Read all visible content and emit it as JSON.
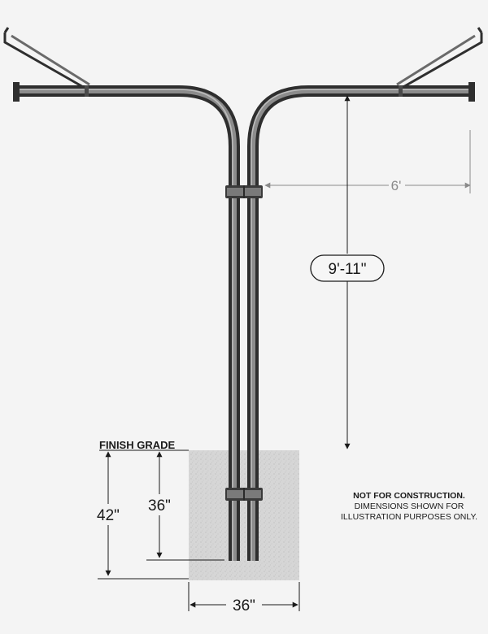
{
  "labels": {
    "finish_grade": "FINISH GRADE",
    "arm_length": "6'",
    "pole_height": "9'-11\"",
    "depth_total": "42\"",
    "depth_pole": "36\"",
    "footing_width": "36\""
  },
  "note": {
    "line1": "NOT FOR CONSTRUCTION.",
    "line2": "DIMENSIONS SHOWN FOR",
    "line3": "ILLUSTRATION PURPOSES ONLY."
  },
  "colors": {
    "pole_dark": "#2f2f2f",
    "pole_mid": "#6a6a6a",
    "pole_light": "#a9a9a9",
    "concrete": "#d3d3d3",
    "dimension_line": "#1a1a1a",
    "arm_dimension": "#8a8a8a",
    "background": "#f4f4f4"
  }
}
